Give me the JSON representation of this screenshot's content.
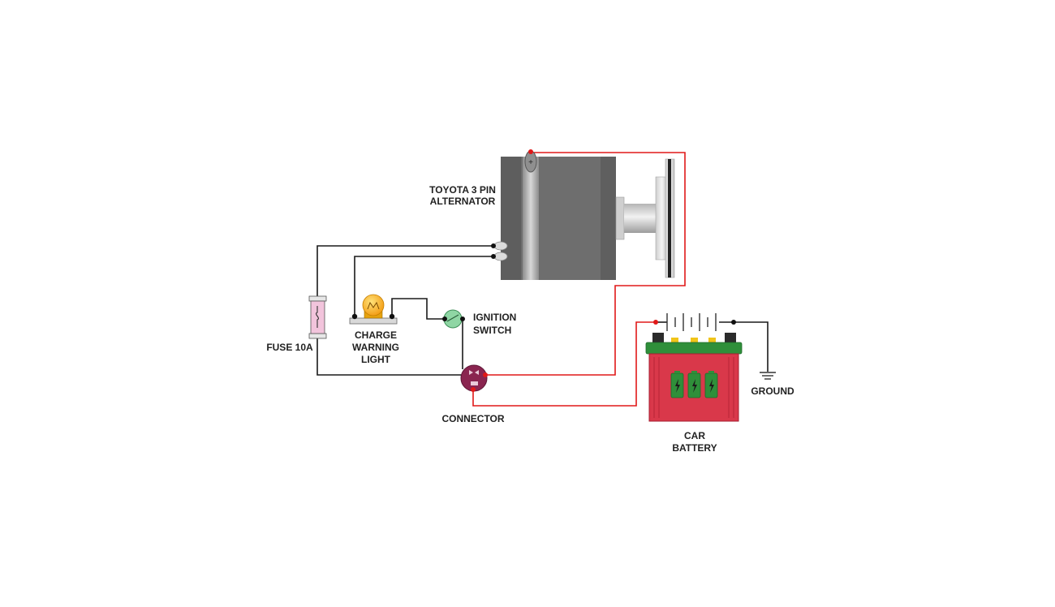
{
  "labels": {
    "alternator_line1": "TOYOTA 3 PIN",
    "alternator_line2": "ALTERNATOR",
    "charge_line1": "CHARGE",
    "charge_line2": "WARNING",
    "charge_line3": "LIGHT",
    "ignition_line1": "IGNITION",
    "ignition_line2": "SWITCH",
    "fuse": "FUSE 10A",
    "connector": "CONNECTOR",
    "battery_line1": "CAR",
    "battery_line2": "BATTERY",
    "ground": "GROUND"
  },
  "symbols": {
    "alt_terminal": "+"
  },
  "colors": {
    "wire_black": "#1a1a1a",
    "wire_red": "#e01818",
    "alternator_body": "#6e6e6e",
    "battery_case": "#d9384a",
    "battery_top": "#2f8f3a",
    "connector": "#8a2550",
    "fuse": "#f2c4dc",
    "bulb": "#f6a81a",
    "switch": "#8fd6a4"
  },
  "icons": [
    "alternator-icon",
    "pulley-icon",
    "fuse-icon",
    "bulb-icon",
    "switch-icon",
    "connector-icon",
    "battery-icon",
    "ground-icon",
    "battery-symbol-icon"
  ]
}
